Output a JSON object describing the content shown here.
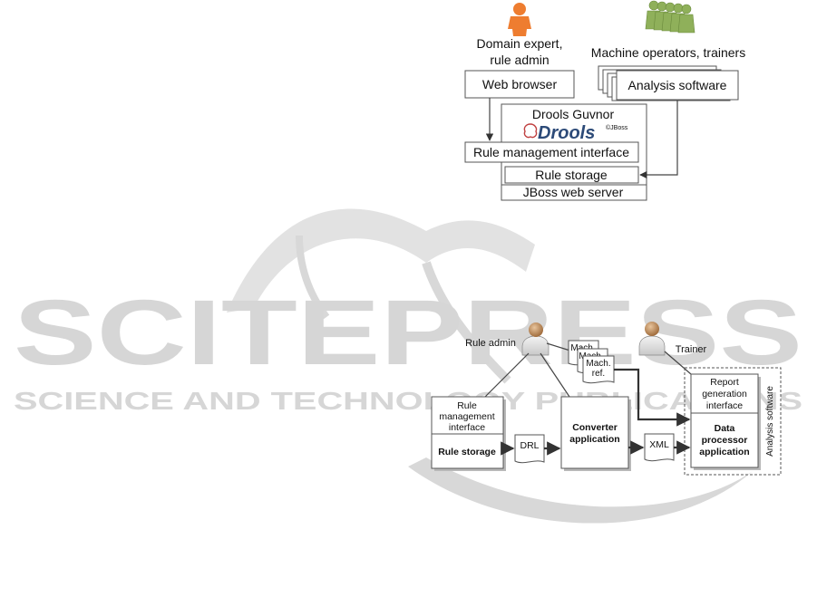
{
  "watermark": {
    "logo": "SCITEPRESS",
    "tagline": "SCIENCE AND TECHNOLOGY PUBLICATIONS"
  },
  "top_diagram": {
    "domain_expert_line1": "Domain expert,",
    "domain_expert_line2": "rule admin",
    "operators_label": "Machine operators, trainers",
    "web_browser": "Web browser",
    "analysis_software": "Analysis software",
    "drools_guvnor": "Drools Guvnor",
    "drools_logo": "Drools",
    "jboss_mark": "©JBoss",
    "rule_management_interface": "Rule management interface",
    "rule_storage": "Rule storage",
    "jboss_web_server": "JBoss web server"
  },
  "bottom_diagram": {
    "rule_admin": "Rule admin",
    "trainer": "Trainer",
    "rule_mgmt_line1": "Rule",
    "rule_mgmt_line2": "management",
    "rule_mgmt_line3": "interface",
    "rule_storage": "Rule storage",
    "drl": "DRL",
    "converter_line1": "Converter",
    "converter_line2": "application",
    "xml": "XML",
    "mach_doc1": "Mach.",
    "mach_doc2": "Mach.",
    "mach_ref_line1": "Mach.",
    "mach_ref_line2": "ref.",
    "report_line1": "Report",
    "report_line2": "generation",
    "report_line3": "interface",
    "data_proc_line1": "Data",
    "data_proc_line2": "processor",
    "data_proc_line3": "application",
    "analysis_software_vertical": "Analysis software"
  },
  "colors": {
    "domain_expert": "#ee7d30",
    "operators": "#8fb05a",
    "person_head": "#c99a6e",
    "watermark": "#d8d8d8"
  }
}
